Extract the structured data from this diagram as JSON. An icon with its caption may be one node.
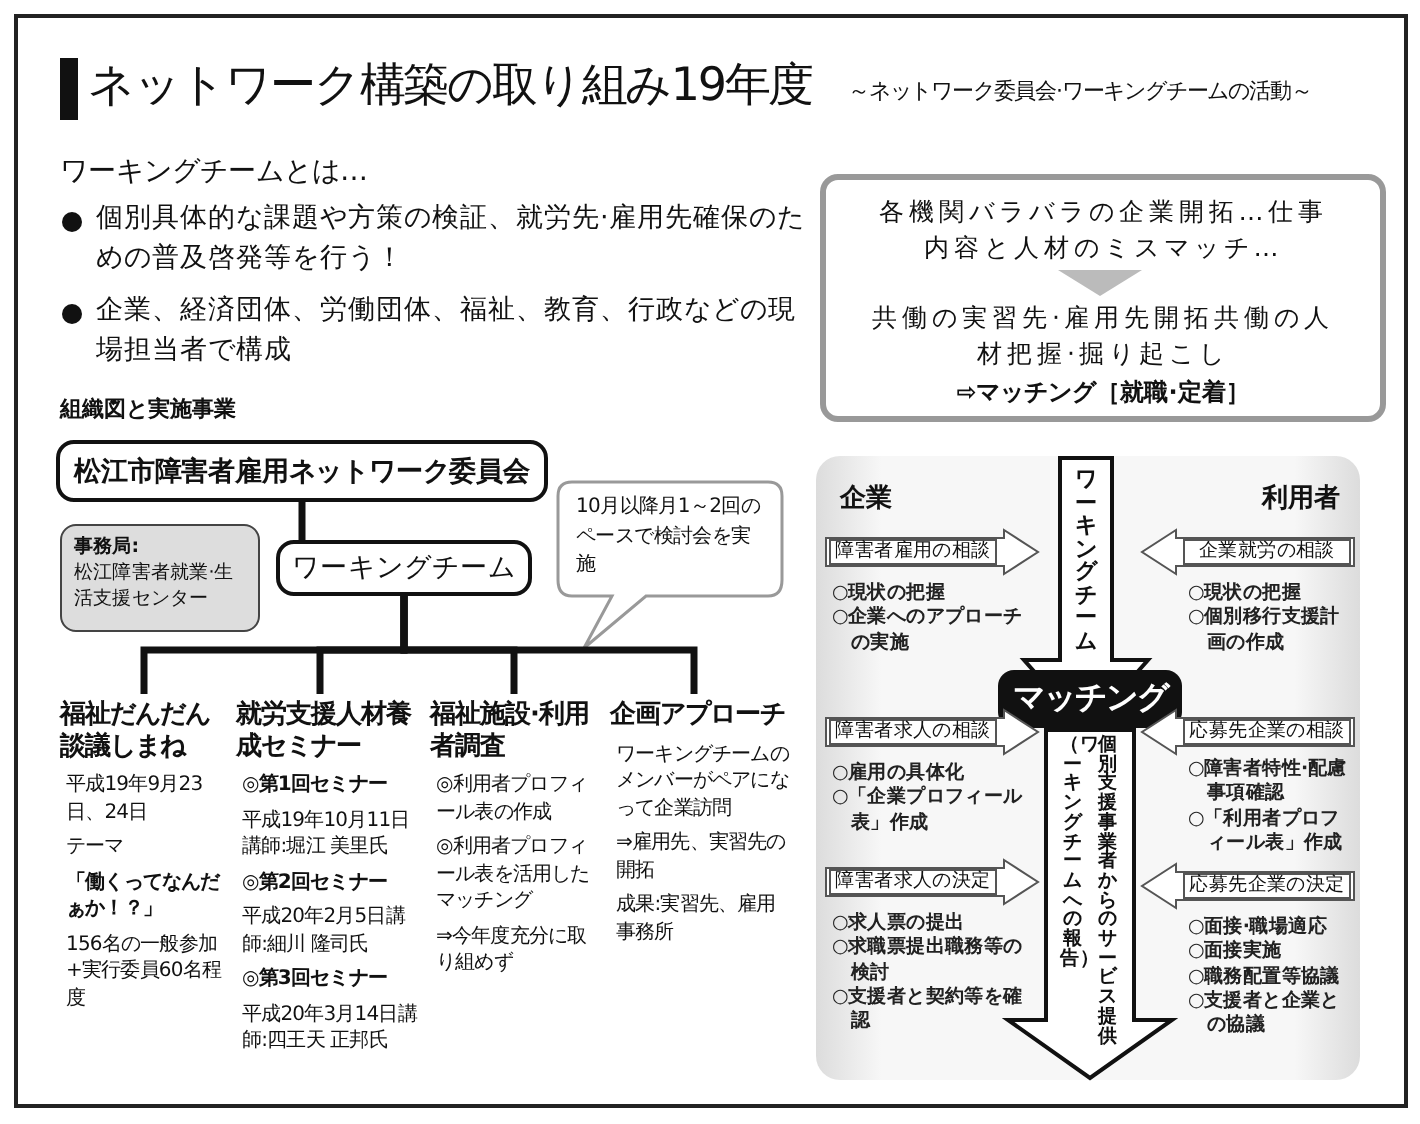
{
  "diagram": {
    "title": "ネットワーク構築の取り組み19年度",
    "nodes": [
      {
        "text": [
          "松江市障害者雇用ネットワーク委員会"
        ]
      },
      {
        "text": [
          "事務局:",
          "松江障害者就業·生活支援センター"
        ]
      },
      {
        "text": [
          "ワーキングチーム"
        ]
      },
      {
        "text": [
          "10月以降月1～2回のペースで検討会を実施"
        ]
      },
      {
        "text": [
          "福祉だんだん談議しまね",
          "平成19年9月23日、24日",
          "テーマ",
          "「働くってなんだぁか！？」",
          "156名の一般参加+実行委員60名程度"
        ]
      },
      {
        "text": [
          "就労支援人材養成セミナー",
          "◎第1回セミナー",
          "平成19年10月11日講師:堀江 美里氏",
          "◎第2回セミナー",
          "平成20年2月5日講師:細川 隆司氏",
          "◎第3回セミナー",
          "平成20年3月14日講師:四王天 正邦氏"
        ]
      },
      {
        "text": [
          "福祉施設·利用者調査",
          "◎利用者プロフィール表の作成",
          "◎利用者プロフィール表を活用したマッチング",
          "⇒今年度充分に取り組めず"
        ]
      },
      {
        "text": [
          "企画アプローチ",
          "ワーキングチームのメンバーがペアになって企業訪問",
          "⇒雇用先、実習先の開拓",
          "成果:実習先、雇用事務所"
        ]
      },
      {
        "text": [
          "各機関バラバラの企業開拓…仕事内容と人材のミスマッチ…",
          "共働の実習先·雇用先開拓共働の人材把握·掘り起こし",
          "⇨マッチング［就職·定着］"
        ]
      },
      {
        "text": [
          "企業",
          "利用者"
        ]
      },
      {
        "text": [
          "ワーキングチーム"
        ],
        "in": 9
      },
      {
        "text": [
          "マッチング"
        ],
        "in": 9
      },
      {
        "text": [
          "（ワーキングチームへの報告）",
          "個別支援事業者からのサービス提供"
        ],
        "in": 9
      },
      {
        "text": [
          "障害者雇用の相談"
        ],
        "in": 9,
        "beside": [
          "○現状の把握",
          "○企業へのアプローチの実施"
        ]
      },
      {
        "text": [
          "障害者求人の相談"
        ],
        "in": 9,
        "beside": [
          "○雇用の具体化",
          "○「企業プロフィール表」作成"
        ]
      },
      {
        "text": [
          "障害者求人の決定"
        ],
        "in": 9,
        "beside": [
          "○求人票の提出",
          "○求職票提出職務等の検討",
          "○支援者と契約等を確認"
        ]
      },
      {
        "text": [
          "企業就労の相談"
        ],
        "in": 9,
        "beside": [
          "○現状の把握",
          "○個別移行支援計画の作成"
        ]
      },
      {
        "text": [
          "応募先企業の相談"
        ],
        "in": 9,
        "beside": [
          "○障害者特性·配慮事項確認",
          "○「利用者プロフィール表」作成"
        ]
      },
      {
        "text": [
          "応募先企業の決定"
        ],
        "in": 9,
        "beside": [
          "○面接·職場適応",
          "○面接実施",
          "○職務配置等協議",
          "○支援者と企業との協議"
        ]
      }
    ],
    "edges": [
      {
        "from": 0,
        "to": 2,
        "arrow": "none"
      },
      {
        "from": 2,
        "to": 4,
        "arrow": "none"
      },
      {
        "from": 2,
        "to": 5,
        "arrow": "none"
      },
      {
        "from": 2,
        "to": 6,
        "arrow": "none"
      },
      {
        "from": 2,
        "to": 7,
        "arrow": "none"
      }
    ],
    "labels": [
      "～ネットワーク委員会·ワーキングチームの活動～",
      "ワーキングチームとは…",
      "個別具体的な課題や方策の検証、就労先·雇用先確保のための普及啓発等を行う！",
      "企業、経済団体、労働団体、福祉、教育、行政などの現場担当者で構成",
      "組織図と実施事業"
    ]
  }
}
